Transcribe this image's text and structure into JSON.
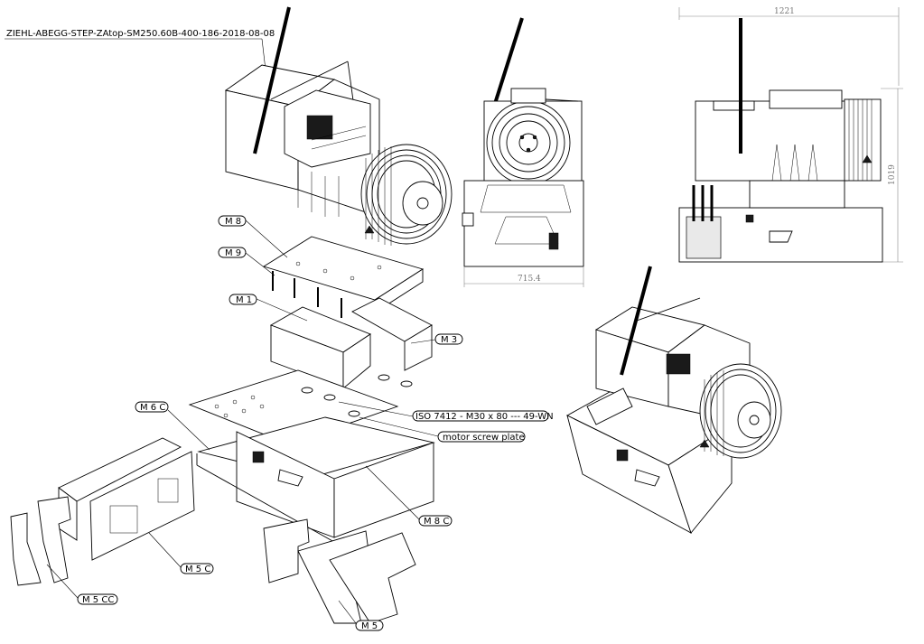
{
  "drawing": {
    "title": "ZIEHL-ABEGG-STEP-ZAtop-SM250.60B-400-186-2018-08-08"
  },
  "dimensions": {
    "width_front": "715.4",
    "width_side": "1221",
    "height_side": "1019"
  },
  "parts": {
    "m8": "M 8",
    "m9": "M 9",
    "m1": "M 1",
    "m3": "M 3",
    "m6c": "M 6 C",
    "m8c": "M 8 C",
    "m5c": "M 5 C",
    "m5cc": "M 5 CC",
    "m5": "M 5",
    "bolt": "ISO 7412 - M30 x 80 --- 49-WN",
    "motor_plate": "motor screw plate"
  }
}
